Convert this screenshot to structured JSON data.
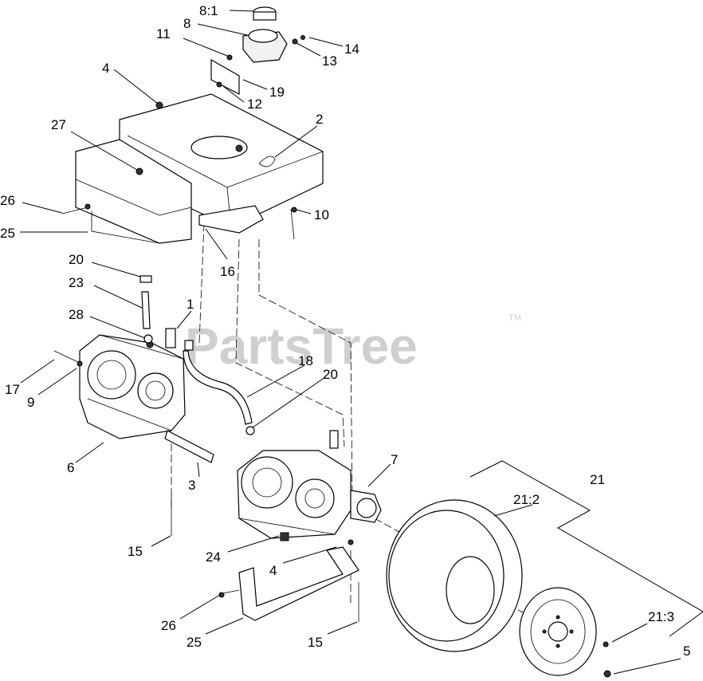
{
  "watermark": {
    "text": "PartsTree",
    "tm": "TM"
  },
  "callouts": [
    "8:1",
    "8",
    "11",
    "14",
    "13",
    "4",
    "19",
    "12",
    "27",
    "2",
    "26",
    "10",
    "25",
    "16",
    "20",
    "23",
    "1",
    "28",
    "18",
    "20",
    "17",
    "9",
    "6",
    "7",
    "21",
    "21:2",
    "3",
    "15",
    "24",
    "4",
    "26",
    "25",
    "15",
    "21:3",
    "5"
  ]
}
